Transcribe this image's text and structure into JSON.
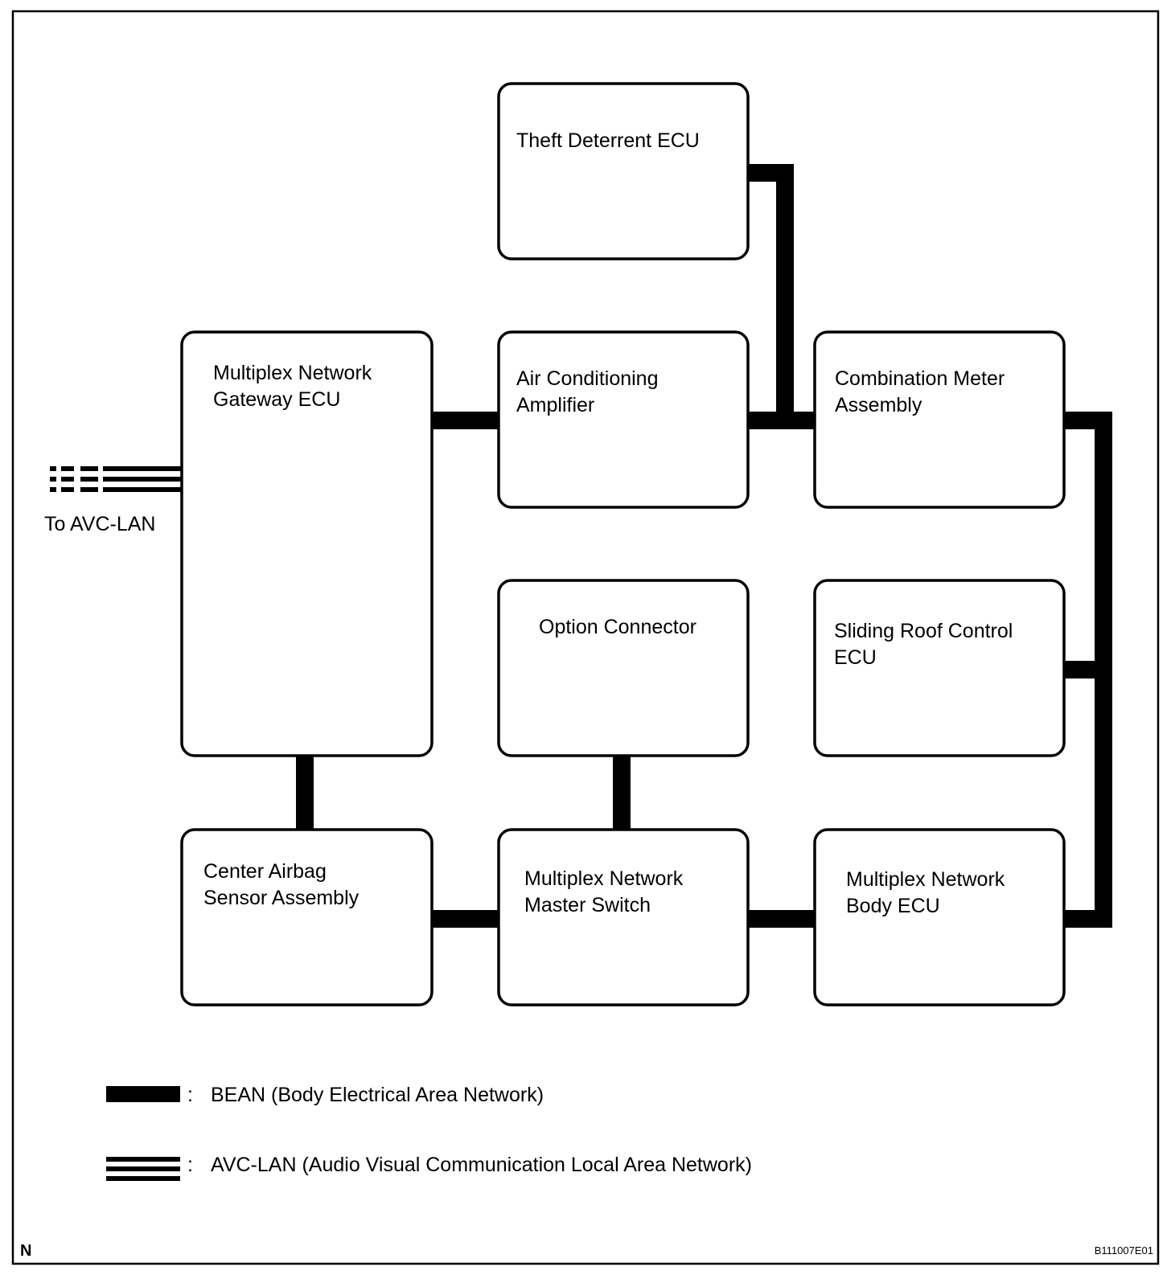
{
  "diagram": {
    "modules": {
      "theft_deterrent_ecu": [
        "Theft Deterrent ECU"
      ],
      "gateway_ecu": [
        "Multiplex Network",
        "Gateway ECU"
      ],
      "air_conditioning_amplifier": [
        "Air Conditioning",
        "Amplifier"
      ],
      "combination_meter": [
        "Combination Meter",
        "Assembly"
      ],
      "option_connector": [
        "Option Connector"
      ],
      "sliding_roof_ecu": [
        "Sliding Roof Control",
        "ECU"
      ],
      "center_airbag_sensor": [
        "Center Airbag",
        "Sensor Assembly"
      ],
      "master_switch": [
        "Multiplex Network",
        "Master Switch"
      ],
      "body_ecu": [
        "Multiplex Network",
        "Body ECU"
      ]
    },
    "avc_lan_stub_label": "To AVC-LAN",
    "legend": [
      {
        "type": "BEAN",
        "separator": ":",
        "text": "BEAN (Body Electrical Area Network)"
      },
      {
        "type": "AVC-LAN",
        "separator": ":",
        "text": "AVC-LAN (Audio Visual Communication Local Area Network)"
      }
    ],
    "footer_left": "N",
    "footer_right": "B111007E01"
  }
}
